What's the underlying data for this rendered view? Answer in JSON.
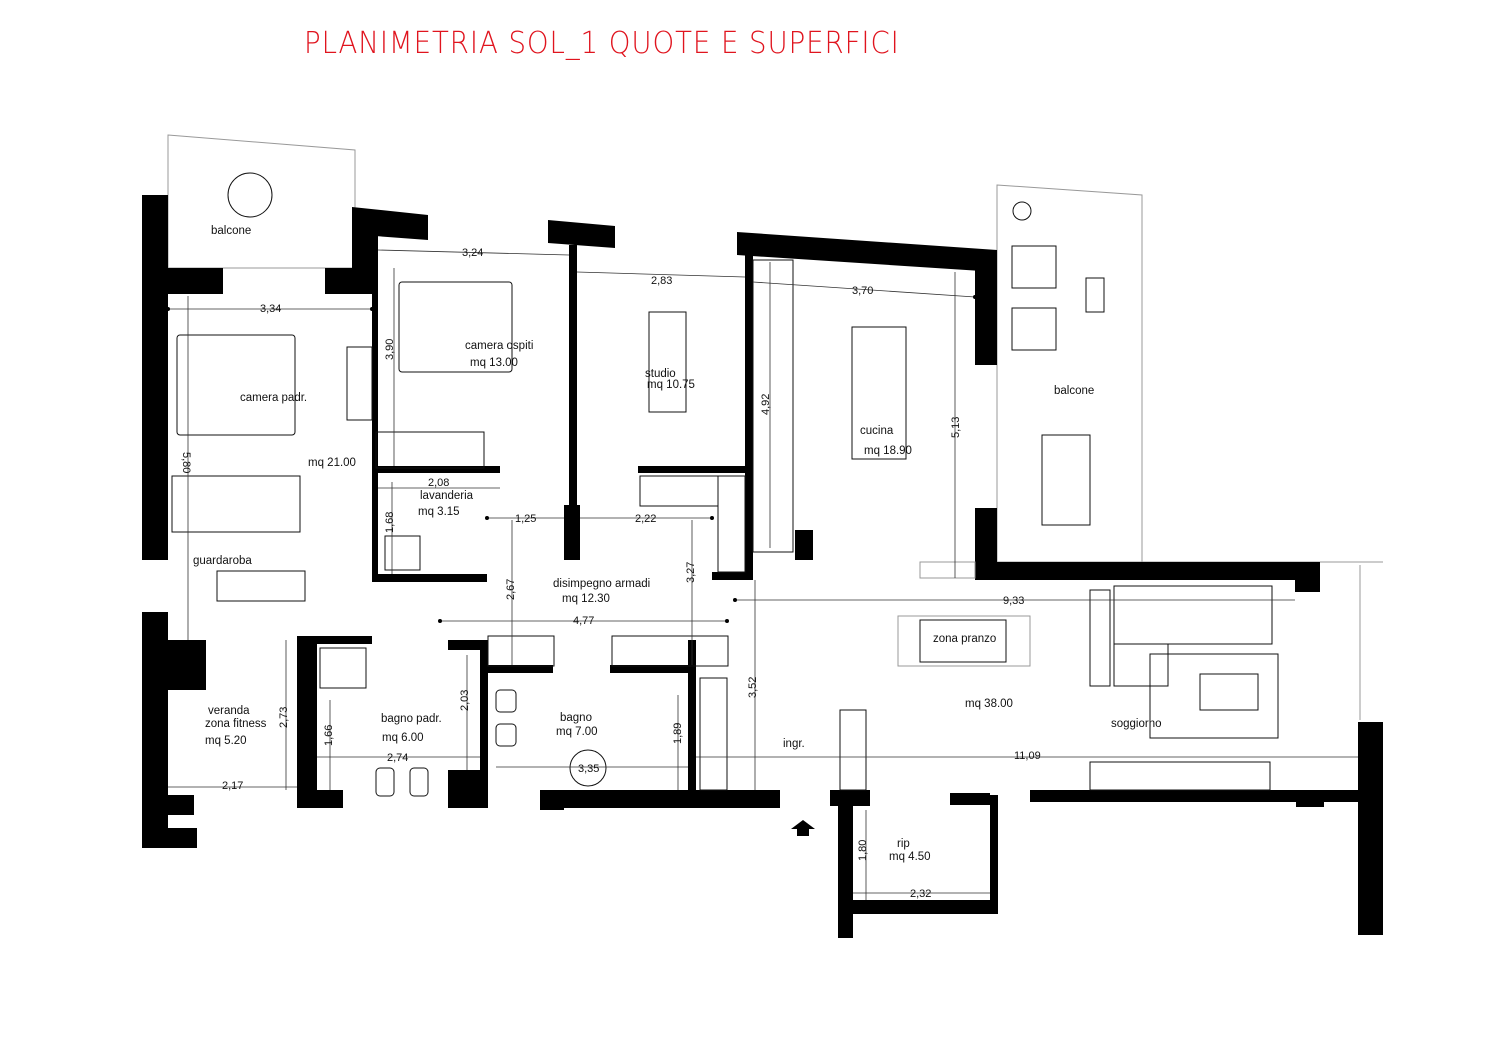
{
  "title": "PLANIMETRIA SOL_1 QUOTE E SUPERFICI",
  "colors": {
    "title": "#e0141e",
    "walls": "#000000",
    "lines": "#111111"
  },
  "rooms": {
    "balcone_left": {
      "name": "balcone"
    },
    "camera_ospiti": {
      "name": "camera ospiti",
      "area": "mq 13.00"
    },
    "camera_padr": {
      "name": "camera padr.",
      "area": "mq 21.00"
    },
    "studio": {
      "name": "studio",
      "area": "mq 10.75"
    },
    "cucina": {
      "name": "cucina",
      "area": "mq 18.90"
    },
    "balcone_right": {
      "name": "balcone"
    },
    "lavanderia": {
      "name": "lavanderia",
      "area": "mq 3.15"
    },
    "guardaroba": {
      "name": "guardaroba"
    },
    "disimpegno": {
      "name": "disimpegno armadi",
      "area": "mq 12.30"
    },
    "zona_pranzo": {
      "name": "zona pranzo"
    },
    "living": {
      "area": "mq 38.00"
    },
    "soggiorno": {
      "name": "soggiorno"
    },
    "veranda": {
      "name": "veranda",
      "sub": "zona fitness",
      "area": "mq 5.20"
    },
    "bagno_padr": {
      "name": "bagno padr.",
      "area": "mq 6.00"
    },
    "bagno": {
      "name": "bagno",
      "area": "mq 7.00"
    },
    "ingresso": {
      "name": "ingr."
    },
    "rip": {
      "name": "rip",
      "area": "mq 4.50"
    }
  },
  "dimensions": {
    "d324": "3,24",
    "d283": "2,83",
    "d370": "3,70",
    "d334": "3,34",
    "d390": "3,90",
    "d492": "4,92",
    "d513": "5,13",
    "d580": "5,80",
    "d208": "2,08",
    "d168": "1,68",
    "d125": "1,25",
    "d222": "2,22",
    "d267": "2,67",
    "d327": "3,27",
    "d933": "9,33",
    "d477": "4,77",
    "d352": "3,52",
    "d273": "2,73",
    "d203": "2,03",
    "d166": "1,66",
    "d189": "1,89",
    "d274": "2,74",
    "d1109": "11,09",
    "d335": "3,35",
    "d217": "2,17",
    "d180": "1,80",
    "d232": "2,32"
  }
}
